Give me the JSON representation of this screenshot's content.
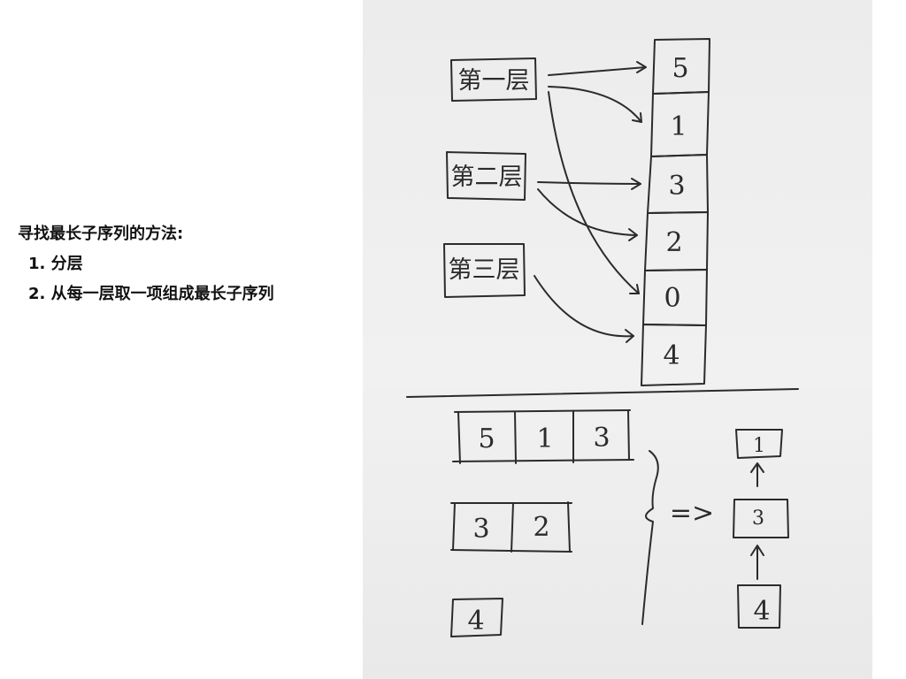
{
  "notes": {
    "title": "寻找最长子序列的方法:",
    "items": [
      "1. 分层",
      "2. 从每一层取一项组成最长子序列"
    ]
  },
  "chart_data": {
    "type": "diagram",
    "layers": [
      {
        "label": "第一层",
        "values": [
          "5",
          "1",
          "3"
        ]
      },
      {
        "label": "第二层",
        "values": [
          "3",
          "2"
        ]
      },
      {
        "label": "第三层",
        "values": [
          "4"
        ]
      }
    ],
    "sequence": [
      "5",
      "1",
      "3",
      "2",
      "0",
      "4"
    ],
    "arrow_sign": "=>",
    "result": [
      "1",
      "3",
      "4"
    ]
  }
}
